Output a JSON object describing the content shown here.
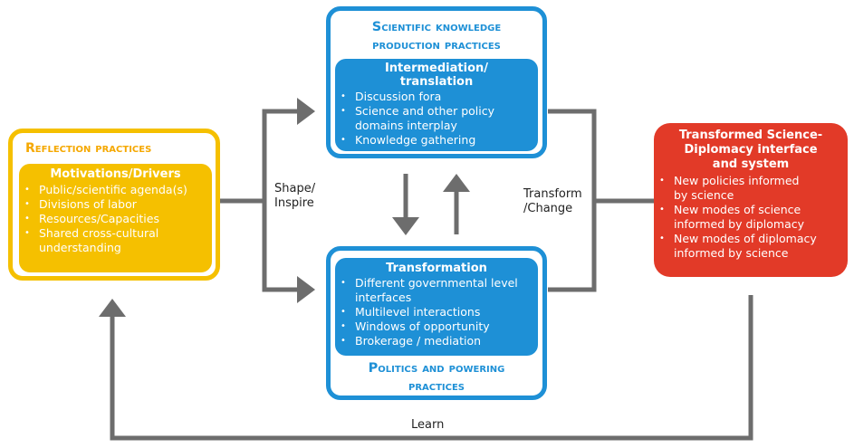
{
  "reflection": {
    "title": "Reflection practices",
    "inner_title": "Motivations/Drivers",
    "items": [
      "Public/scientific agenda(s)",
      "Divisions of labor",
      "Resources/Capacities",
      "Shared cross-cultural understanding"
    ]
  },
  "scientific": {
    "title": "Scientific knowledge production practices",
    "inner_title": "Intermediation/ translation",
    "items": [
      "Discussion fora",
      "Science and other policy domains interplay",
      "Knowledge gathering"
    ]
  },
  "politics": {
    "inner_title": "Transformation",
    "items": [
      "Different governmental level interfaces",
      "Multilevel interactions",
      "Windows of opportunity",
      "Brokerage / mediation"
    ],
    "title": "Politics and powering practices"
  },
  "transformed": {
    "title": "Transformed Science-Diplomacy interface and system",
    "items": [
      "New policies informed by science",
      "New modes of science informed by diplomacy",
      "New modes of diplomacy informed by science"
    ]
  },
  "labels": {
    "shape_inspire": "Shape/ Inspire",
    "transform_change": "Transform /Change",
    "learn": "Learn"
  },
  "colors": {
    "yellow": "#f5c000",
    "blue": "#1e90d6",
    "red": "#e23a28",
    "arrow": "#6d6d6d"
  }
}
